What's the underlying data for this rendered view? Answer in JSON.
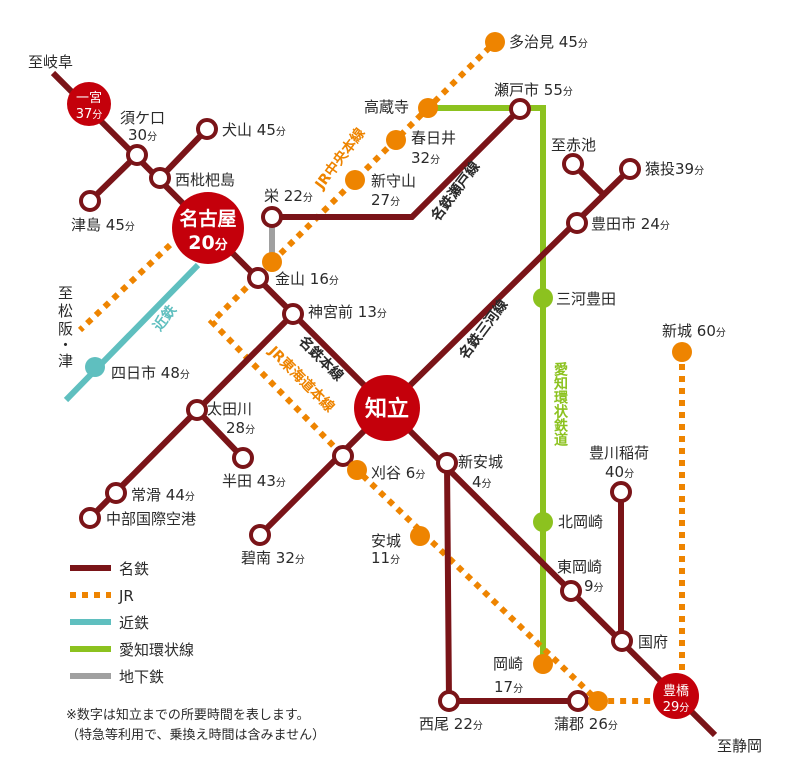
{
  "colors": {
    "meitetsu": "#7a1418",
    "jr": "#ee8400",
    "kintetsu": "#5fbfbf",
    "aichi_loop": "#8cc21f",
    "subway": "#a0a0a0",
    "hub": "#c4000b"
  },
  "unit": "分",
  "directions": {
    "gifu": "至岐阜",
    "matsusaka_1": "至",
    "matsusaka_2": "松",
    "matsusaka_3": "阪",
    "matsusaka_4": "・",
    "matsusaka_5": "津",
    "akaike": "至赤池",
    "shizuoka": "至静岡"
  },
  "hubs": {
    "chiryu": "知立",
    "nagoya": {
      "name": "名古屋",
      "time": "20"
    },
    "ichinomiya": {
      "name": "一宮",
      "time": "37"
    },
    "toyohashi": {
      "name": "豊橋",
      "time": "29"
    }
  },
  "stations": {
    "sukaguchi": {
      "name": "須ケ口",
      "time": "30"
    },
    "inuyama": {
      "name": "犬山",
      "time": "45"
    },
    "nishibiwajima": {
      "name": "西枇杷島"
    },
    "tsushima": {
      "name": "津島",
      "time": "45"
    },
    "sakae": {
      "name": "栄",
      "time": "22"
    },
    "kanayama": {
      "name": "金山",
      "time": "16"
    },
    "jingumae": {
      "name": "神宮前",
      "time": "13"
    },
    "yokkaichi": {
      "name": "四日市",
      "time": "48"
    },
    "otagawa": {
      "name": "太田川",
      "time": "28"
    },
    "handa": {
      "name": "半田",
      "time": "43"
    },
    "tokoname": {
      "name": "常滑",
      "time": "44"
    },
    "centrair": {
      "name": "中部国際空港"
    },
    "kariya": {
      "name": "刈谷",
      "time": "6"
    },
    "hekinan": {
      "name": "碧南",
      "time": "32"
    },
    "anjo": {
      "name": "安城",
      "time": "11"
    },
    "shinanjo": {
      "name": "新安城",
      "time": "4"
    },
    "nishio": {
      "name": "西尾",
      "time": "22"
    },
    "okazaki": {
      "name": "岡崎",
      "time": "17"
    },
    "gamagori": {
      "name": "蒲郡",
      "time": "26"
    },
    "higashiokazaki": {
      "name": "東岡崎",
      "time": "9"
    },
    "kitaokazaki": {
      "name": "北岡崎"
    },
    "kou": {
      "name": "国府"
    },
    "toyokawainari": {
      "name": "豊川稲荷",
      "time": "40"
    },
    "shinshiro": {
      "name": "新城",
      "time": "60"
    },
    "mikawatoyota": {
      "name": "三河豊田"
    },
    "toyotashi": {
      "name": "豊田市",
      "time": "24"
    },
    "sanage": {
      "name": "猿投",
      "time": "39"
    },
    "setoshi": {
      "name": "瀬戸市",
      "time": "55"
    },
    "kozoji": {
      "name": "高蔵寺"
    },
    "tajimi": {
      "name": "多治見",
      "time": "45"
    },
    "kasugai": {
      "name": "春日井",
      "time": "32"
    },
    "shinmoriyama": {
      "name": "新守山",
      "time": "27"
    }
  },
  "line_labels": {
    "meitetsu_main": "名鉄本線",
    "jr_tokaido": "JR東海道本線",
    "jr_chuo": "JR中央本線",
    "meitetsu_seto": "名鉄瀬戸線",
    "meitetsu_mikawa": "名鉄三河線",
    "aichi_loop": "愛知環状鉄道",
    "kintetsu": "近鉄"
  },
  "legend": [
    {
      "label": "名鉄",
      "line": "meitetsu"
    },
    {
      "label": "JR",
      "line": "jr"
    },
    {
      "label": "近鉄",
      "line": "kintetsu"
    },
    {
      "label": "愛知環状線",
      "line": "aichi_loop"
    },
    {
      "label": "地下鉄",
      "line": "subway"
    }
  ],
  "notes": [
    "※数字は知立までの所要時間を表します。",
    "（特急等利用で、乗換え時間は含みません）"
  ]
}
